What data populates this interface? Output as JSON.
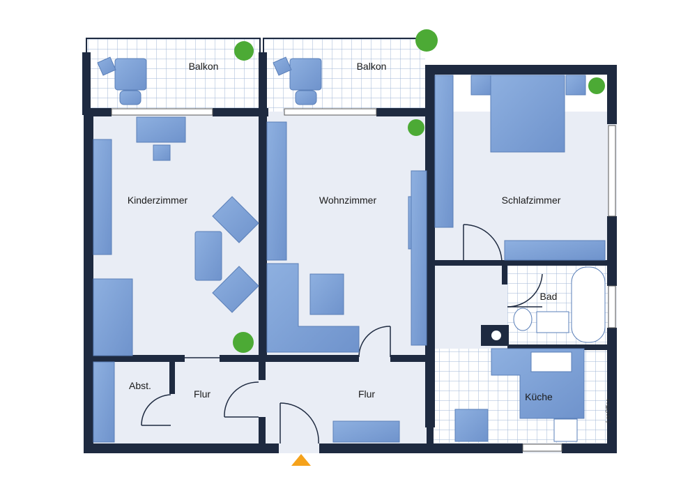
{
  "rooms": {
    "balkon_left": "Balkon",
    "balkon_right": "Balkon",
    "kinderzimmer": "Kinderzimmer",
    "wohnzimmer": "Wohnzimmer",
    "schlafzimmer": "Schlafzimmer",
    "bad": "Bad",
    "kueche": "Küche",
    "abst": "Abst.",
    "flur_small": "Flur",
    "flur_main": "Flur"
  },
  "watermark": "[ onOffice",
  "colors": {
    "wall": "#1e2a40",
    "floor": "#e9edf5",
    "tile_line": "#9fb6d6",
    "furniture": "#7fa2d6",
    "furniture_dark": "#5a7fb8",
    "entrance_arrow": "#f5a21b"
  }
}
